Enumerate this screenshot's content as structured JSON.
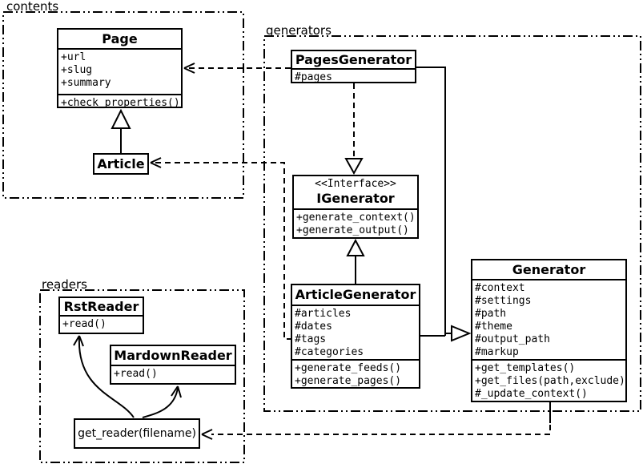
{
  "diagram_title": "Pelican content/generator/reader UML class diagram",
  "colors": {
    "line": "#000000",
    "background": "#ffffff"
  },
  "packages": {
    "contents": {
      "label": "contents"
    },
    "generators": {
      "label": "generators"
    },
    "readers": {
      "label": "readers"
    }
  },
  "classes": {
    "page": {
      "name": "Page",
      "attributes": [
        "+url",
        "+slug",
        "+summary"
      ],
      "methods": [
        "+check_properties()"
      ]
    },
    "article": {
      "name": "Article"
    },
    "pages_generator": {
      "name": "PagesGenerator",
      "attributes": [
        "#pages"
      ]
    },
    "igenerator": {
      "stereotype": "<<Interface>>",
      "name": "IGenerator",
      "methods": [
        "+generate_context()",
        "+generate_output()"
      ]
    },
    "article_generator": {
      "name": "ArticleGenerator",
      "attributes": [
        "#articles",
        "#dates",
        "#tags",
        "#categories"
      ],
      "methods": [
        "+generate_feeds()",
        "+generate_pages()"
      ]
    },
    "generator": {
      "name": "Generator",
      "attributes": [
        "#context",
        "#settings",
        "#path",
        "#theme",
        "#output_path",
        "#markup"
      ],
      "methods": [
        "+get_templates()",
        "+get_files(path,exclude)",
        "#_update_context()"
      ]
    },
    "rst_reader": {
      "name": "RstReader",
      "methods": [
        "+read()"
      ]
    },
    "mardown_reader": {
      "name": "MardownReader",
      "methods": [
        "+read()"
      ]
    }
  },
  "nodes": {
    "get_reader": {
      "label": "get_reader(filename)"
    }
  },
  "relations": [
    {
      "from": "Article",
      "to": "Page",
      "type": "inheritance"
    },
    {
      "from": "ArticleGenerator",
      "to": "IGenerator",
      "type": "inheritance"
    },
    {
      "from": "PagesGenerator",
      "to": "IGenerator",
      "type": "realization-dashed"
    },
    {
      "from": "PagesGenerator",
      "to": "Generator",
      "type": "inheritance"
    },
    {
      "from": "ArticleGenerator",
      "to": "Generator",
      "type": "inheritance"
    },
    {
      "from": "PagesGenerator",
      "to": "Page",
      "type": "dependency-dashed"
    },
    {
      "from": "ArticleGenerator",
      "to": "Article",
      "type": "dependency-dashed"
    },
    {
      "from": "Generator",
      "to": "get_reader(filename)",
      "type": "dependency-dashed"
    },
    {
      "from": "get_reader(filename)",
      "to": "RstReader",
      "type": "dependency-curved"
    },
    {
      "from": "get_reader(filename)",
      "to": "MardownReader",
      "type": "dependency-curved"
    }
  ]
}
